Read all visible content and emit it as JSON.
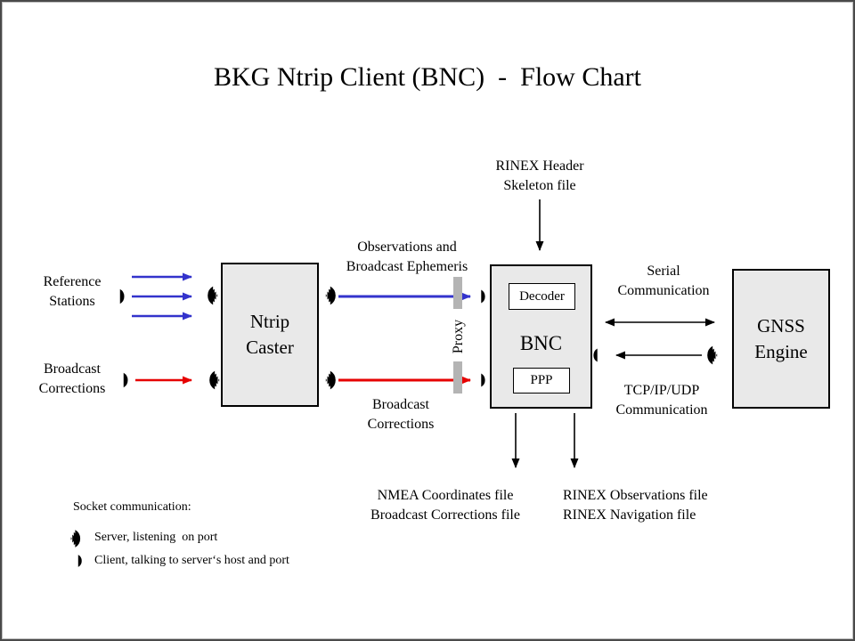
{
  "title": "BKG Ntrip Client (BNC)  -  Flow Chart",
  "nodes": {
    "ntrip_caster": "Ntrip\nCaster",
    "bnc": "BNC",
    "decoder": "Decoder",
    "ppp": "PPP",
    "gnss_engine": "GNSS\nEngine"
  },
  "labels": {
    "rinex_header_skeleton": "RINEX Header\nSkeleton file",
    "reference_stations": "Reference\nStations",
    "broadcast_corrections_input": "Broadcast\nCorrections",
    "observations_and_ephemeris": "Observations and\nBroadcast Ephemeris",
    "broadcast_corrections_stream": "Broadcast\nCorrections",
    "proxy": "Proxy",
    "serial_communication": "Serial\nCommunication",
    "tcp_ip_udp_communication": "TCP/IP/UDP\nCommunication",
    "nmea_outputs": "NMEA Coordinates file\nBroadcast Corrections file",
    "rinex_outputs": "RINEX Observations file\nRINEX Navigation file"
  },
  "legend": {
    "heading": "Socket communication:",
    "server_label": "Server, listening  on port",
    "client_label": "Client, talking to server‘s host and port",
    "server_glyph": ")))",
    "client_glyph": ")"
  },
  "colors": {
    "blue_arrow": "#3333cc",
    "red_arrow": "#e60000",
    "black_arrow": "#000000",
    "node_fill": "#e9e9e9",
    "node_border": "#000000",
    "proxy_bar": "#b4b4b4"
  }
}
